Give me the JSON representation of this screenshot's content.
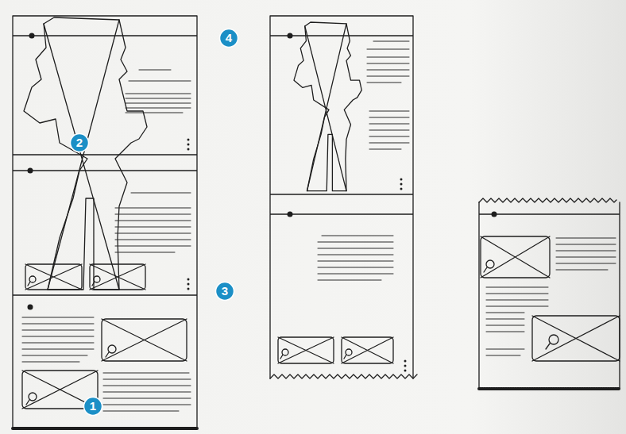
{
  "diagram": {
    "labels": [
      "4",
      "2",
      "3",
      "1"
    ]
  }
}
